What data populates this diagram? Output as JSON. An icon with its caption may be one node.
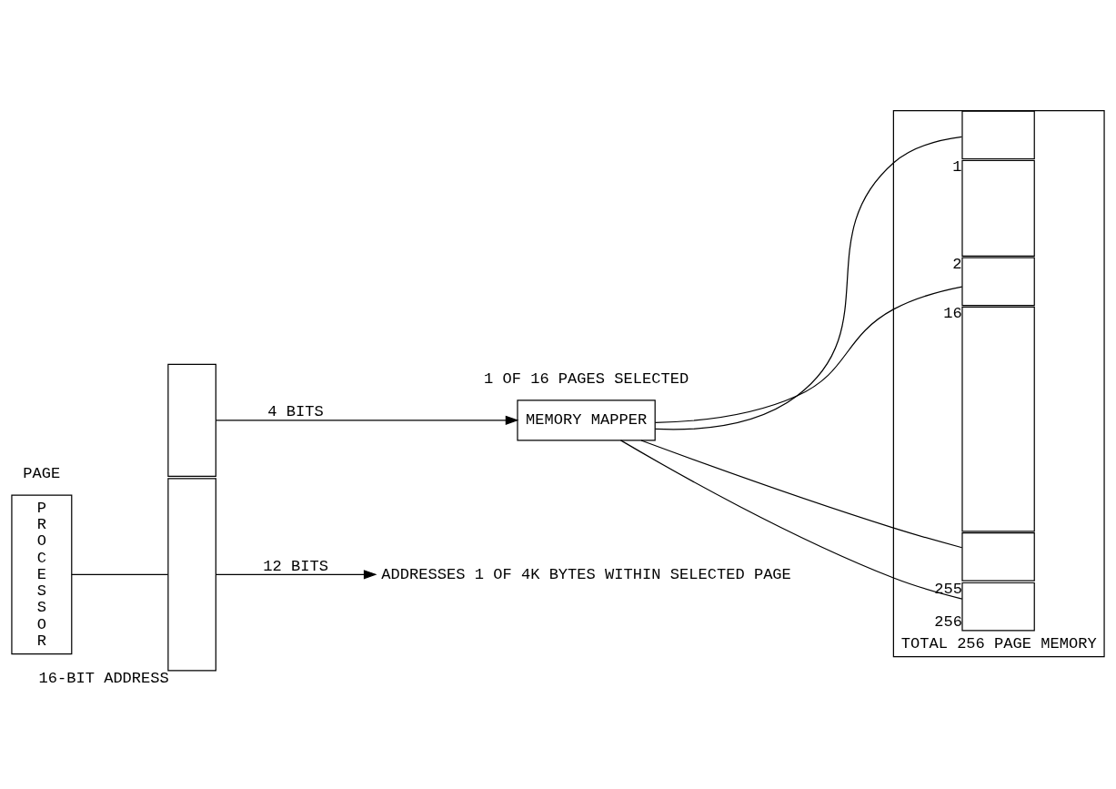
{
  "diagram": {
    "nodes": [
      {
        "text": [
          "PROCESSOR"
        ]
      },
      {
        "text": [],
        "shape": "box"
      },
      {
        "text": [],
        "shape": "box",
        "beside": [
          "16-BIT ADDRESS"
        ]
      },
      {
        "text": [
          "MEMORY MAPPER"
        ]
      },
      {
        "text": [
          "ADDRESSES 1 OF 4K BYTES WITHIN SELECTED PAGE"
        ]
      },
      {
        "text": [],
        "shape": "box",
        "beside": [
          "TOTAL 256 PAGE MEMORY"
        ]
      },
      {
        "text": [],
        "shape": "box",
        "in": 5,
        "beside": [
          "1"
        ]
      },
      {
        "text": [],
        "shape": "box",
        "in": 5,
        "beside": [
          "2"
        ]
      },
      {
        "text": [],
        "shape": "box",
        "in": 5,
        "beside": [
          "16"
        ]
      },
      {
        "text": [],
        "shape": "box",
        "in": 5
      },
      {
        "text": [],
        "shape": "box",
        "in": 5,
        "beside": [
          "255"
        ]
      },
      {
        "text": [],
        "shape": "box",
        "in": 5,
        "beside": [
          "256"
        ]
      }
    ],
    "edges": [
      {
        "from": 0,
        "to": 2,
        "arrow": "none"
      },
      {
        "from": 1,
        "to": 3,
        "arrow": "to",
        "label": "4 BITS"
      },
      {
        "from": 2,
        "to": 4,
        "arrow": "to",
        "label": "12 BITS"
      },
      {
        "from": 3,
        "to": 6,
        "arrow": "none"
      },
      {
        "from": 3,
        "to": 8,
        "arrow": "none"
      },
      {
        "from": 3,
        "to": 10,
        "arrow": "none"
      },
      {
        "from": 3,
        "to": 11,
        "arrow": "none"
      }
    ],
    "labels": [
      "PAGE",
      "1 OF 16 PAGES SELECTED"
    ]
  }
}
